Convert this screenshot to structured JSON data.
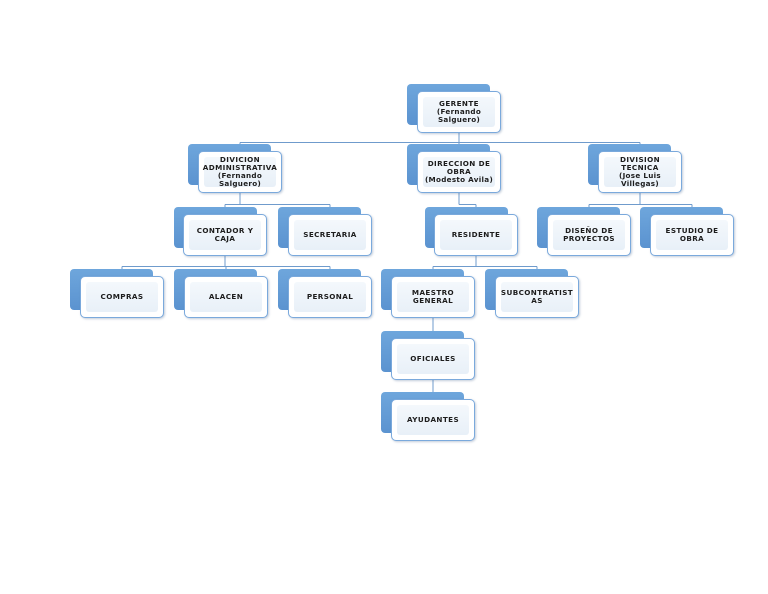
{
  "org_chart": {
    "nodes": [
      {
        "id": "gerente",
        "title": "GERENTE",
        "subtitle": "(Fernando\nSalguero)"
      },
      {
        "id": "division-administrativa",
        "title": "DIVICION\nADMINISTRATIVA",
        "subtitle": "(Fernando\nSalguero)"
      },
      {
        "id": "direccion-obra",
        "title": "DIRECCION DE\nOBRA",
        "subtitle": "(Modesto Avila)"
      },
      {
        "id": "division-tecnica",
        "title": "DIVISION\nTECNICA",
        "subtitle": "(Jose Luis\nVillegas)"
      },
      {
        "id": "contador-caja",
        "title": "CONTADOR Y\nCAJA",
        "subtitle": ""
      },
      {
        "id": "secretaria",
        "title": "SECRETARIA",
        "subtitle": ""
      },
      {
        "id": "residente",
        "title": "RESIDENTE",
        "subtitle": ""
      },
      {
        "id": "diseno-proyectos",
        "title": "DISEÑO DE\nPROYECTOS",
        "subtitle": ""
      },
      {
        "id": "estudio-obra",
        "title": "ESTUDIO DE\nOBRA",
        "subtitle": ""
      },
      {
        "id": "compras",
        "title": "COMPRAS",
        "subtitle": ""
      },
      {
        "id": "alacen",
        "title": "ALACEN",
        "subtitle": ""
      },
      {
        "id": "personal",
        "title": "PERSONAL",
        "subtitle": ""
      },
      {
        "id": "maestro-general",
        "title": "MAESTRO\nGENERAL",
        "subtitle": ""
      },
      {
        "id": "subcontratistas",
        "title": "SUBCONTRATIST\nAS",
        "subtitle": ""
      },
      {
        "id": "oficiales",
        "title": "OFICIALES",
        "subtitle": ""
      },
      {
        "id": "ayudantes",
        "title": "AYUDANTES",
        "subtitle": ""
      }
    ],
    "edges": [
      [
        "gerente",
        "division-administrativa"
      ],
      [
        "gerente",
        "direccion-obra"
      ],
      [
        "gerente",
        "division-tecnica"
      ],
      [
        "division-administrativa",
        "contador-caja"
      ],
      [
        "division-administrativa",
        "secretaria"
      ],
      [
        "contador-caja",
        "compras"
      ],
      [
        "contador-caja",
        "alacen"
      ],
      [
        "contador-caja",
        "personal"
      ],
      [
        "direccion-obra",
        "residente"
      ],
      [
        "residente",
        "maestro-general"
      ],
      [
        "residente",
        "subcontratistas"
      ],
      [
        "maestro-general",
        "oficiales"
      ],
      [
        "oficiales",
        "ayudantes"
      ],
      [
        "division-tecnica",
        "diseno-proyectos"
      ],
      [
        "division-tecnica",
        "estudio-obra"
      ]
    ],
    "colors": {
      "back_card": "#5b93d0",
      "front_border": "#7aa9dc",
      "connector": "#6f9bcc",
      "text": "#1d1d1d"
    }
  }
}
